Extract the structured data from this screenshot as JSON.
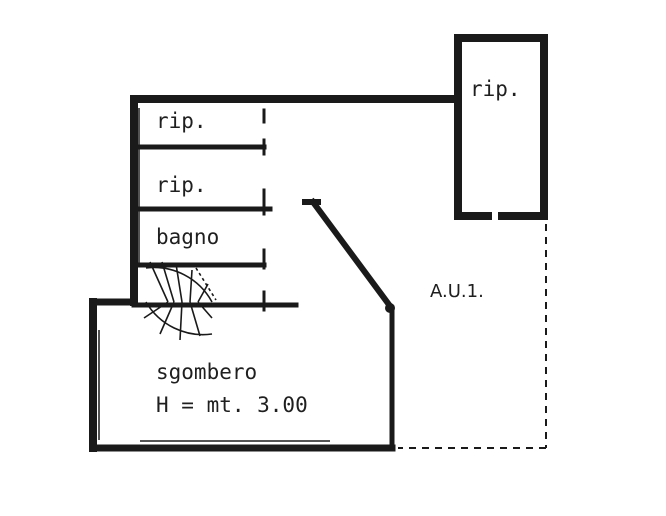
{
  "rooms": {
    "rip_top": "rip.",
    "rip_middle": "rip.",
    "bagno": "bagno",
    "rip_right": "rip.",
    "aui": "A.U.1.",
    "sgombero": "sgombero",
    "height_note": "H = mt. 3.00"
  },
  "colors": {
    "wall": "#1a1a1a",
    "background": "#ffffff"
  }
}
